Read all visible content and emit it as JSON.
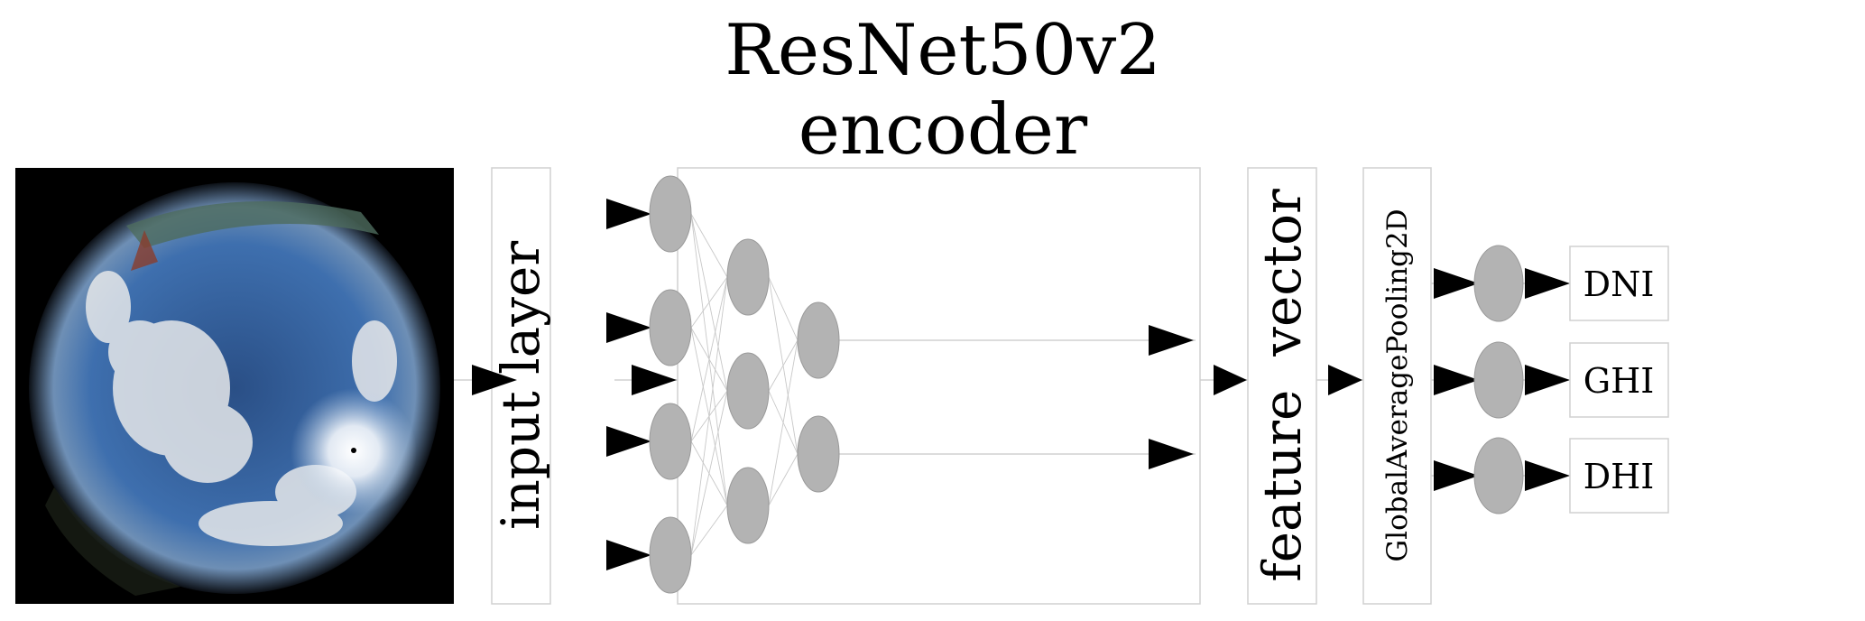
{
  "title": {
    "line1": "ResNet50v2",
    "line2": "encoder"
  },
  "input_image": {
    "description": "all-sky fisheye camera image",
    "alt": "sky image"
  },
  "blocks": {
    "input_layer": "input layer",
    "feature_vector": "feature  vector",
    "gap": "GlobalAveragePooling2D"
  },
  "encoder_network": {
    "layers": [
      4,
      3,
      2
    ]
  },
  "outputs": [
    {
      "label": "DNI"
    },
    {
      "label": "GHI"
    },
    {
      "label": "DHI"
    }
  ],
  "colors": {
    "neuron": "#b3b3b3",
    "box_border": "#d0d0d0",
    "arrow": "#000000",
    "line": "#c8c8c8"
  }
}
